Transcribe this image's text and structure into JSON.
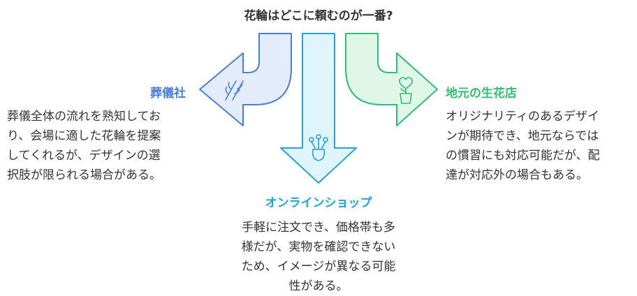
{
  "title": "花輪はどこに頼むのが一番?",
  "colors": {
    "left": "#4a7fd6",
    "left_fill": "#e4ecfb",
    "center": "#1fa5d6",
    "center_fill": "#dff4fb",
    "right": "#2fbf6f",
    "right_fill": "#dff6e9"
  },
  "options": {
    "left": {
      "heading": "葬儀社",
      "icon": "wheat-icon",
      "lines": [
        "葬儀全体の流れを熟知してお",
        "り、会場に適した花輪を提案",
        "してくれるが、デザインの選",
        "択肢が限られる場合がある。"
      ]
    },
    "center": {
      "heading": "オンラインショップ",
      "icon": "flower-bouquet-icon",
      "lines": [
        "手軽に注文でき、価格帯も多",
        "様だが、実物を確認できない",
        "ため、イメージが異なる可能",
        "性がある。"
      ]
    },
    "right": {
      "heading": "地元の生花店",
      "icon": "potted-flower-icon",
      "lines": [
        "オリジナリティのあるデザイ",
        "ンが期待でき、地元ならでは",
        "の慣習にも対応可能だが、配",
        "達が対応外の場合もある。"
      ]
    }
  }
}
